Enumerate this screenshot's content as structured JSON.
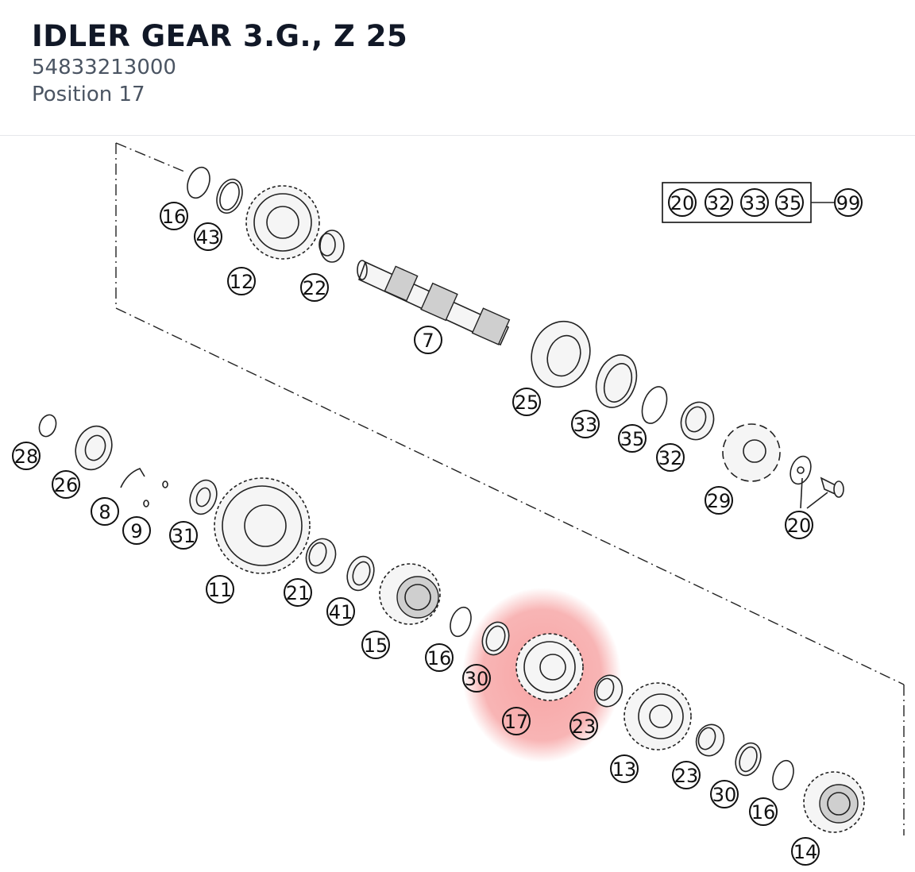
{
  "header": {
    "title": "IDLER GEAR 3.G., Z 25",
    "part_number": "54833213000",
    "position": "Position 17"
  },
  "highlight": {
    "target": "17",
    "color": "#f05a5a"
  },
  "kit": {
    "items": [
      "20",
      "32",
      "33",
      "35"
    ],
    "result": "99"
  },
  "callouts": [
    {
      "id": "16a",
      "label": "16"
    },
    {
      "id": "43",
      "label": "43"
    },
    {
      "id": "12",
      "label": "12"
    },
    {
      "id": "22",
      "label": "22"
    },
    {
      "id": "7",
      "label": "7"
    },
    {
      "id": "25",
      "label": "25"
    },
    {
      "id": "33",
      "label": "33"
    },
    {
      "id": "35",
      "label": "35"
    },
    {
      "id": "32",
      "label": "32"
    },
    {
      "id": "29",
      "label": "29"
    },
    {
      "id": "20",
      "label": "20"
    },
    {
      "id": "28",
      "label": "28"
    },
    {
      "id": "26",
      "label": "26"
    },
    {
      "id": "8",
      "label": "8"
    },
    {
      "id": "9",
      "label": "9"
    },
    {
      "id": "31",
      "label": "31"
    },
    {
      "id": "11",
      "label": "11"
    },
    {
      "id": "21",
      "label": "21"
    },
    {
      "id": "41",
      "label": "41"
    },
    {
      "id": "15",
      "label": "15"
    },
    {
      "id": "16b",
      "label": "16"
    },
    {
      "id": "30a",
      "label": "30"
    },
    {
      "id": "17",
      "label": "17"
    },
    {
      "id": "23a",
      "label": "23"
    },
    {
      "id": "13",
      "label": "13"
    },
    {
      "id": "23b",
      "label": "23"
    },
    {
      "id": "30b",
      "label": "30"
    },
    {
      "id": "16c",
      "label": "16"
    },
    {
      "id": "14",
      "label": "14"
    }
  ]
}
